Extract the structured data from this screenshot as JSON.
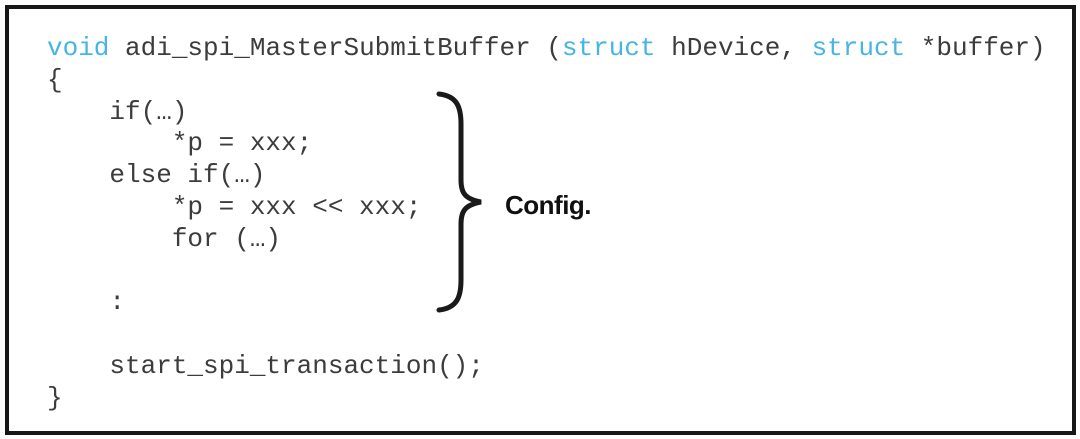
{
  "colors": {
    "background": "#ffffff",
    "border": "#161616",
    "code_text": "#3c3c3c",
    "keyword": "#46b5e5",
    "annotation_text": "#101010",
    "brace_stroke": "#1a1a1a"
  },
  "code": {
    "language_hint": "c",
    "lines": [
      {
        "segments": [
          {
            "t": "void",
            "kw": true
          },
          {
            "t": " adi_spi_MasterSubmitBuffer (",
            "kw": false
          },
          {
            "t": "struct",
            "kw": true
          },
          {
            "t": " hDevice, ",
            "kw": false
          },
          {
            "t": "struct",
            "kw": true
          },
          {
            "t": " *buffer)",
            "kw": false
          }
        ]
      },
      {
        "segments": [
          {
            "t": "{",
            "kw": false
          }
        ]
      },
      {
        "segments": [
          {
            "t": "    if(…)",
            "kw": false
          }
        ]
      },
      {
        "segments": [
          {
            "t": "        *p = xxx;",
            "kw": false
          }
        ]
      },
      {
        "segments": [
          {
            "t": "    else if(…)",
            "kw": false
          }
        ]
      },
      {
        "segments": [
          {
            "t": "        *p = xxx << xxx;",
            "kw": false
          }
        ]
      },
      {
        "segments": [
          {
            "t": "        for (…)",
            "kw": false
          }
        ]
      },
      {
        "segments": [
          {
            "t": "",
            "kw": false
          }
        ]
      },
      {
        "segments": [
          {
            "t": "    :",
            "kw": false
          }
        ]
      },
      {
        "segments": [
          {
            "t": "",
            "kw": false
          }
        ]
      },
      {
        "segments": [
          {
            "t": "    start_spi_transaction();",
            "kw": false
          }
        ]
      },
      {
        "segments": [
          {
            "t": "}",
            "kw": false
          }
        ]
      }
    ]
  },
  "annotation": {
    "label": "Config.",
    "brace_icon": "right-curly-brace"
  }
}
